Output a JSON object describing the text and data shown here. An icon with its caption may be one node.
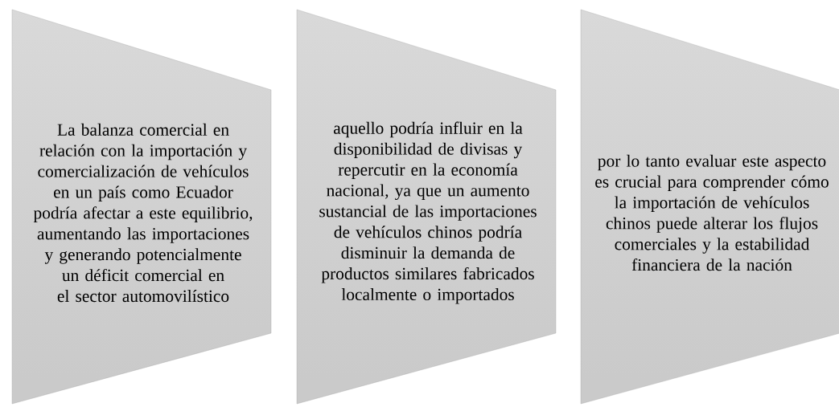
{
  "diagram": {
    "nodes": [
      {
        "text": [
          "La balanza comercial en relación con la importación y comercialización de vehículos en un país como Ecuador podría afectar a este equilibrio, aumentando las importaciones y generando potencialmente un déficit comercial en el sector automovilístico"
        ]
      },
      {
        "text": [
          "aquello podría influir en la disponibilidad de divisas y repercutir en la economía nacional, ya que un aumento sustancial de las importaciones de vehículos chinos podría disminuir la demanda de productos similares fabricados localmente o importados"
        ]
      },
      {
        "text": [
          "por lo tanto evaluar este aspecto es crucial para comprender cómo la importación de vehículos chinos puede alterar los flujos comerciales y la estabilidad financiera de la nación"
        ]
      }
    ]
  }
}
